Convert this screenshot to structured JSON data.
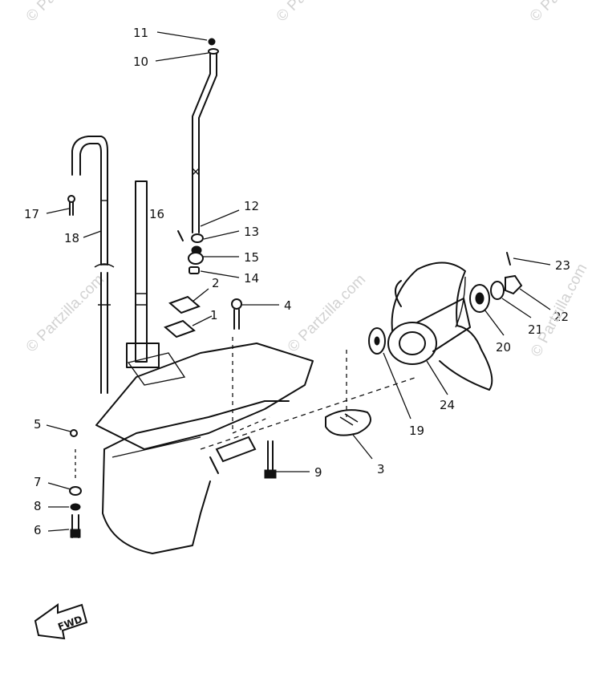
{
  "watermark": {
    "text": "© Partzilla.com"
  },
  "direction_arrow": {
    "text": "FWD"
  },
  "callouts": [
    {
      "id": "c1",
      "label": "1"
    },
    {
      "id": "c2",
      "label": "2"
    },
    {
      "id": "c3",
      "label": "3"
    },
    {
      "id": "c4",
      "label": "4"
    },
    {
      "id": "c5",
      "label": "5"
    },
    {
      "id": "c6",
      "label": "6"
    },
    {
      "id": "c7",
      "label": "7"
    },
    {
      "id": "c8",
      "label": "8"
    },
    {
      "id": "c9",
      "label": "9"
    },
    {
      "id": "c10",
      "label": "10"
    },
    {
      "id": "c11",
      "label": "11"
    },
    {
      "id": "c12",
      "label": "12"
    },
    {
      "id": "c13",
      "label": "13"
    },
    {
      "id": "c14",
      "label": "14"
    },
    {
      "id": "c15",
      "label": "15"
    },
    {
      "id": "c16",
      "label": "16"
    },
    {
      "id": "c17",
      "label": "17"
    },
    {
      "id": "c18",
      "label": "18"
    },
    {
      "id": "c19",
      "label": "19"
    },
    {
      "id": "c20",
      "label": "20"
    },
    {
      "id": "c21",
      "label": "21"
    },
    {
      "id": "c22",
      "label": "22"
    },
    {
      "id": "c23",
      "label": "23"
    },
    {
      "id": "c24",
      "label": "24"
    }
  ]
}
